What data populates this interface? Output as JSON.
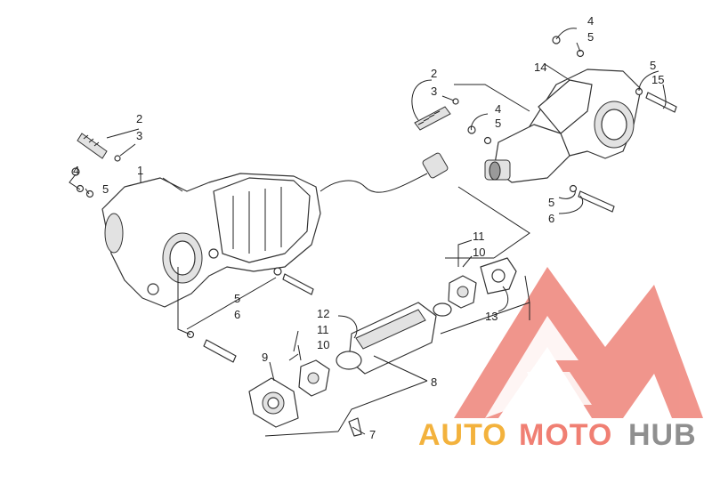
{
  "callouts": [
    "1",
    "2",
    "3",
    "4",
    "5",
    "6",
    "7",
    "8",
    "9",
    "10",
    "11",
    "12",
    "13",
    "14",
    "15"
  ],
  "labels": {
    "front_housing": "14",
    "front_vent_hose": "2",
    "front_vent_clamp": "3",
    "front_nut_top": "4",
    "front_washer_top": "5",
    "front_washer_right": "5",
    "front_bolt_right": "15",
    "front_nut_mid": "4",
    "front_washer_mid": "5",
    "front_washer_low": "5",
    "front_bolt_low": "6",
    "rear_vent_hose": "2",
    "rear_vent_clamp": "3",
    "gearcase": "1",
    "rear_nut": "4",
    "rear_washer": "5",
    "rear_washer_low": "5",
    "rear_bolt_low": "6",
    "uj_bearing_front": "11",
    "uj_front": "10",
    "yoke_front": "13",
    "driveshaft_boot": "12",
    "uj_bearing_rear": "11",
    "uj_rear": "10",
    "driveshaft": "8",
    "flange": "9",
    "flange_bolt": "7"
  },
  "watermark": {
    "auto": "AUTO",
    "moto": "MOTO",
    "hub": "HUB"
  },
  "colors": {
    "logo_red": "#ee6b61",
    "auto": "#f3b23d",
    "moto": "#f07f73",
    "hub": "#8f8f8f"
  }
}
